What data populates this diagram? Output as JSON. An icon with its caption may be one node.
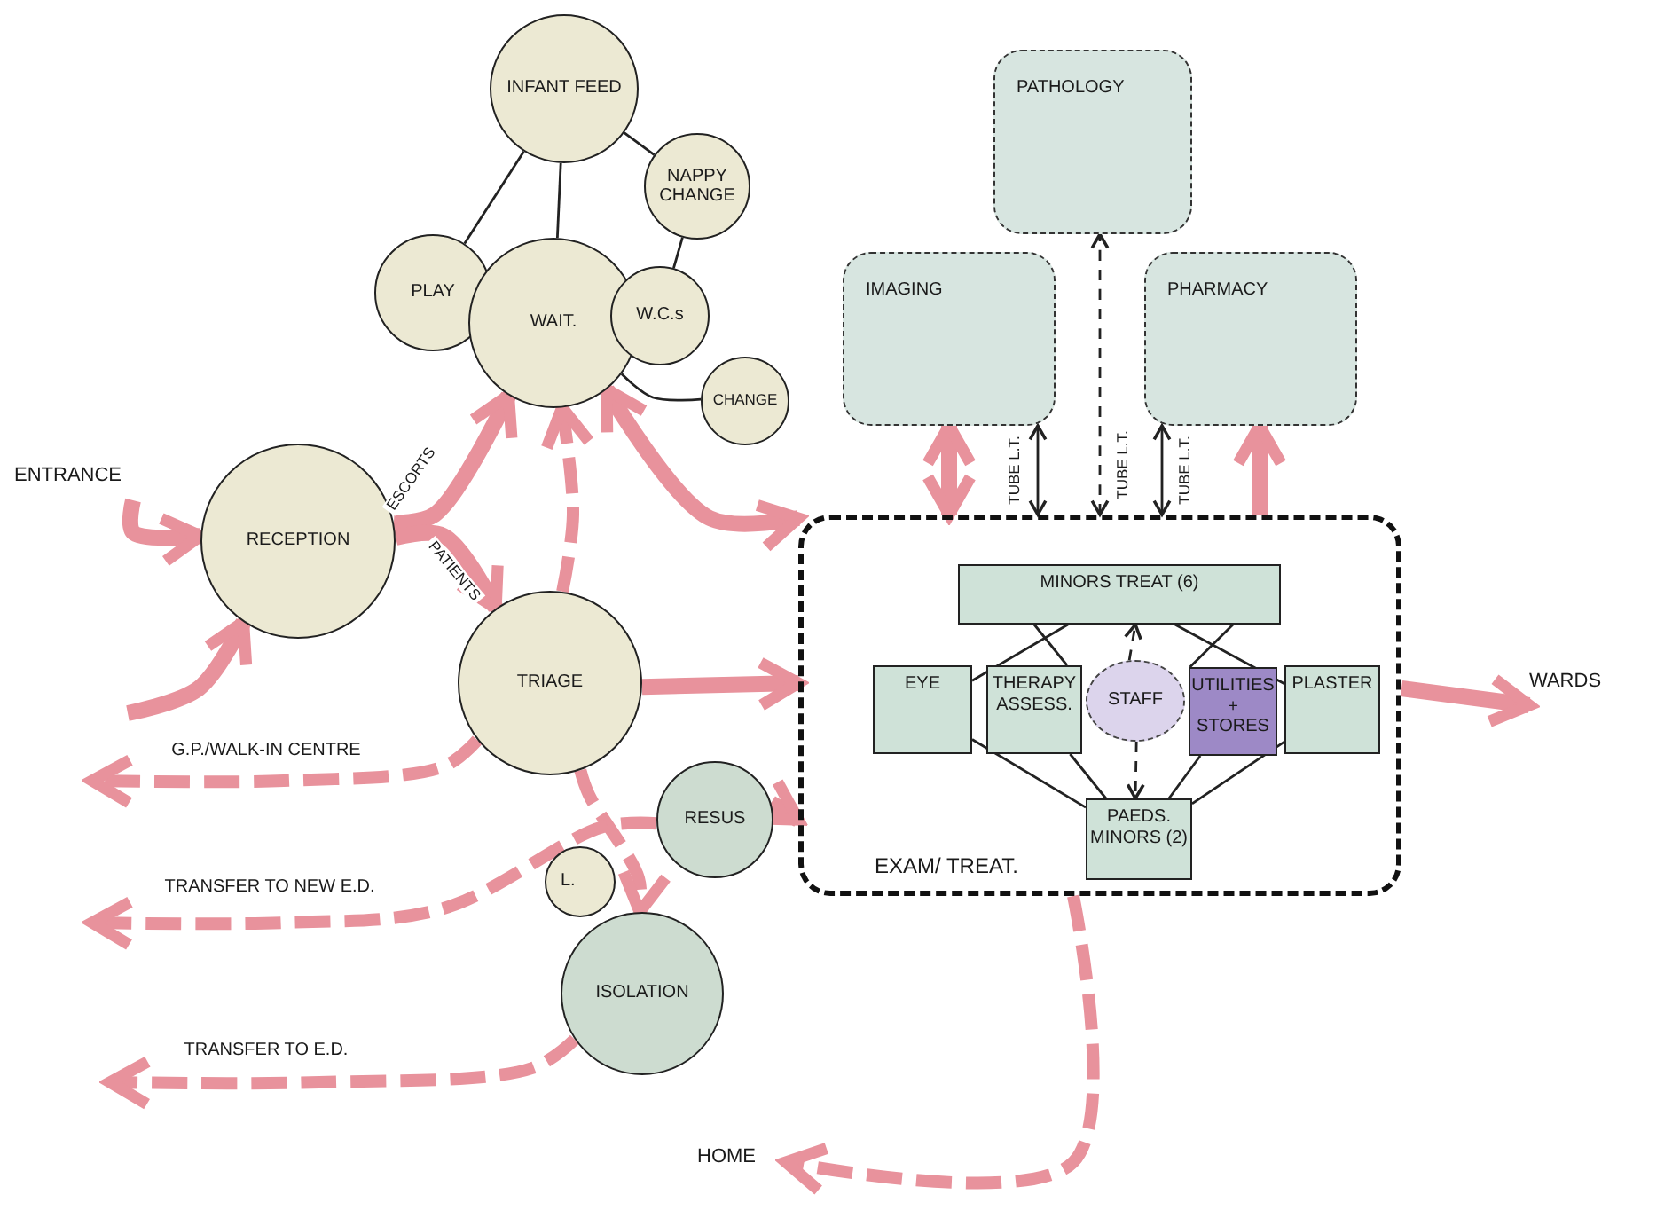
{
  "diagram": {
    "nodes": [
      {
        "text": [
          "INFANT FEED"
        ]
      },
      {
        "text": [
          "NAPPY CHANGE"
        ]
      },
      {
        "text": [
          "PLAY"
        ]
      },
      {
        "text": [
          "WAIT."
        ]
      },
      {
        "text": [
          "W.C.s"
        ]
      },
      {
        "text": [
          "CHANGE"
        ]
      },
      {
        "text": [
          "RECEPTION"
        ]
      },
      {
        "text": [
          "TRIAGE"
        ]
      },
      {
        "text": [
          "RESUS"
        ]
      },
      {
        "text": [
          "L."
        ]
      },
      {
        "text": [
          "ISOLATION"
        ]
      },
      {
        "text": [
          "PATHOLOGY"
        ]
      },
      {
        "text": [
          "IMAGING"
        ]
      },
      {
        "text": [
          "PHARMACY"
        ]
      },
      {
        "text": [
          "EXAM/ TREAT."
        ]
      },
      {
        "text": [
          "MINORS TREAT (6)"
        ],
        "in": 14
      },
      {
        "text": [
          "EYE"
        ],
        "in": 14
      },
      {
        "text": [
          "THERAPY ASSESS."
        ],
        "in": 14
      },
      {
        "text": [
          "STAFF"
        ],
        "in": 14
      },
      {
        "text": [
          "UTILITIES + STORES"
        ],
        "in": 14
      },
      {
        "text": [
          "PLASTER"
        ],
        "in": 14
      },
      {
        "text": [
          "PAEDS. MINORS (2)"
        ],
        "in": 14
      },
      {
        "text": [
          "ENTRANCE"
        ]
      },
      {
        "text": [
          "WARDS"
        ]
      },
      {
        "text": [
          "HOME"
        ]
      }
    ],
    "edges": [
      {
        "from": 0,
        "to": 2,
        "arrow": "none"
      },
      {
        "from": 0,
        "to": 3,
        "arrow": "none"
      },
      {
        "from": 0,
        "to": 1,
        "arrow": "none"
      },
      {
        "from": 1,
        "to": 4,
        "arrow": "none"
      },
      {
        "from": 3,
        "to": 5,
        "arrow": "none"
      },
      {
        "from": 22,
        "to": 6,
        "arrow": "to",
        "style": "thick",
        "color": "#e8929c"
      },
      {
        "from": null,
        "to": 6,
        "arrow": "to",
        "style": "thick",
        "color": "#e8929c"
      },
      {
        "from": 6,
        "to": 3,
        "arrow": "to",
        "label": "ESCORTS",
        "style": "thick",
        "color": "#e8929c"
      },
      {
        "from": 6,
        "to": 7,
        "arrow": "to",
        "label": "PATIENTS",
        "style": "thick",
        "color": "#e8929c"
      },
      {
        "from": 7,
        "to": 3,
        "arrow": "to",
        "style": "dashed",
        "color": "#e8929c"
      },
      {
        "from": 3,
        "to": 14,
        "arrow": "both",
        "style": "thick",
        "color": "#e8929c"
      },
      {
        "from": 7,
        "to": 14,
        "arrow": "to",
        "style": "thick",
        "color": "#e8929c"
      },
      {
        "from": 7,
        "to": null,
        "arrow": "to",
        "label": "G.P./WALK-IN CENTRE",
        "style": "dashed",
        "color": "#e8929c"
      },
      {
        "from": 7,
        "to": 10,
        "arrow": "to",
        "style": "dashed",
        "color": "#e8929c"
      },
      {
        "from": 8,
        "to": null,
        "arrow": "to",
        "label": "TRANSFER TO NEW E.D.",
        "style": "dashed",
        "color": "#e8929c"
      },
      {
        "from": 8,
        "to": 14,
        "arrow": "to",
        "style": "thick",
        "color": "#e8929c"
      },
      {
        "from": 10,
        "to": null,
        "arrow": "to",
        "label": "TRANSFER TO E.D.",
        "style": "dashed",
        "color": "#e8929c"
      },
      {
        "from": 14,
        "to": 23,
        "arrow": "to",
        "style": "thick",
        "color": "#e8929c"
      },
      {
        "from": 14,
        "to": 24,
        "arrow": "to",
        "style": "dashed",
        "color": "#e8929c"
      },
      {
        "from": 14,
        "to": 12,
        "arrow": "both",
        "style": "thick",
        "color": "#e8929c"
      },
      {
        "from": 14,
        "to": 13,
        "arrow": "to",
        "style": "thick",
        "color": "#e8929c"
      },
      {
        "from": 14,
        "to": 11,
        "arrow": "both",
        "label": "TUBE L.T.",
        "style": "dashed"
      },
      {
        "from": 14,
        "to": 12,
        "arrow": "both",
        "label": "TUBE L.T."
      },
      {
        "from": 14,
        "to": 13,
        "arrow": "both",
        "label": "TUBE L.T."
      },
      {
        "from": 15,
        "to": 16,
        "arrow": "none"
      },
      {
        "from": 15,
        "to": 17,
        "arrow": "none"
      },
      {
        "from": 15,
        "to": 19,
        "arrow": "none"
      },
      {
        "from": 15,
        "to": 20,
        "arrow": "none"
      },
      {
        "from": 16,
        "to": 21,
        "arrow": "none"
      },
      {
        "from": 17,
        "to": 21,
        "arrow": "none"
      },
      {
        "from": 19,
        "to": 21,
        "arrow": "none"
      },
      {
        "from": 20,
        "to": 21,
        "arrow": "none"
      },
      {
        "from": 18,
        "to": 15,
        "arrow": "to",
        "style": "dashed"
      },
      {
        "from": 18,
        "to": 21,
        "arrow": "to",
        "style": "dashed"
      }
    ]
  }
}
